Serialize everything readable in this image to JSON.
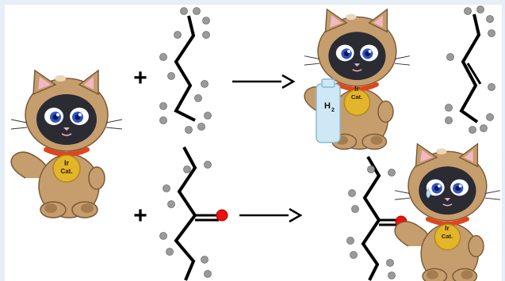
{
  "colors": {
    "cat_fur": "#c69d6d",
    "cat_fur_dark": "#a47c50",
    "cat_outline": "#7a5a36",
    "cat_mask": "#2b2b33",
    "ear_inner": "#f2b7c4",
    "eye_blue": "#2f53c9",
    "collar": "#e0451c",
    "medal": "#e3b52b",
    "medal_text": "#2a1a00",
    "bond": "#000000",
    "hydrogen": "#9a9a9a",
    "oxygen": "#ee1111",
    "bottle": "#cfe8f5"
  },
  "cats": {
    "cat_1": {
      "medal_line1": "Ir",
      "medal_line2": "Cat."
    },
    "cat_2": {
      "medal_line1": "Ir",
      "medal_line2": "Cat."
    },
    "cat_3": {
      "medal_line1": "Ir",
      "medal_line2": "Cat."
    }
  },
  "bottle_label": {
    "h": "H",
    "sub": "2"
  },
  "plus_signs": [
    "+",
    "+"
  ]
}
